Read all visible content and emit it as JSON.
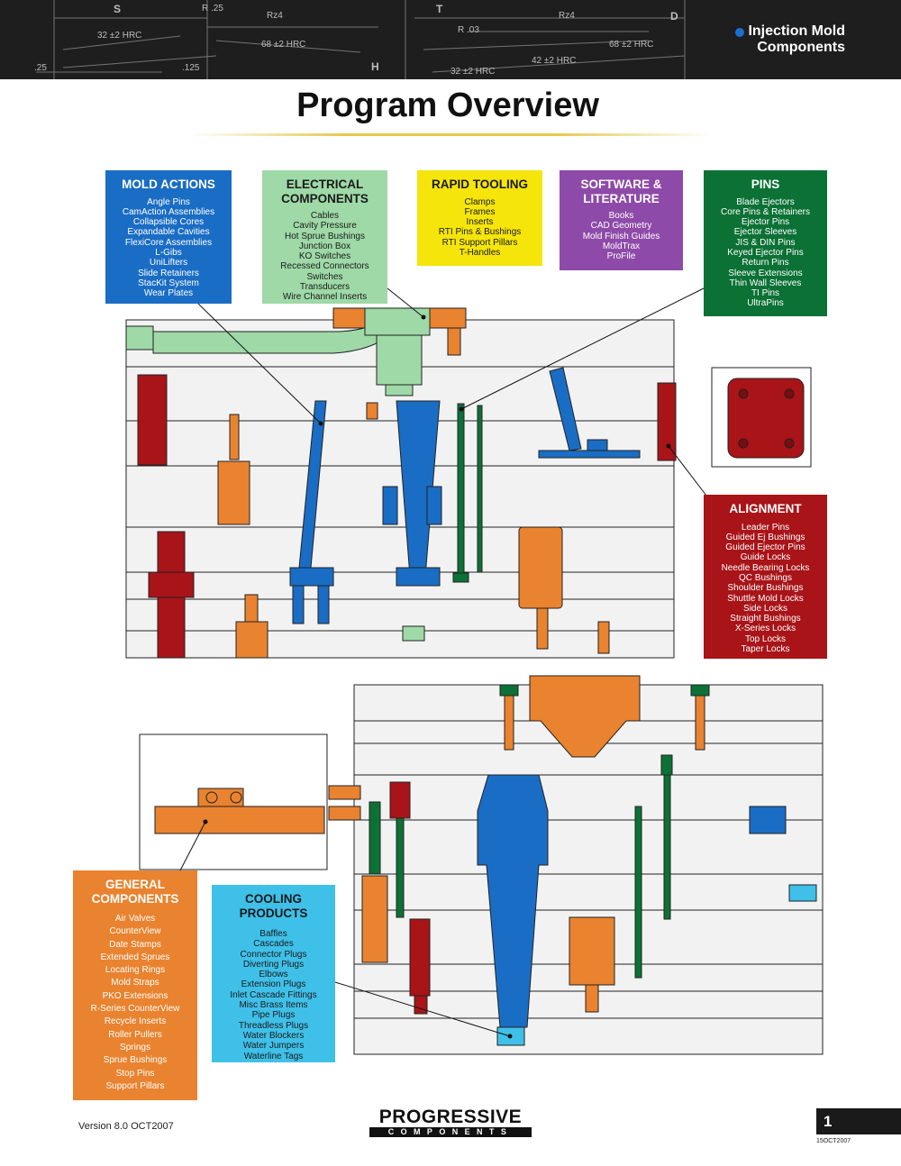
{
  "header": {
    "section_line1": "Injection Mold",
    "section_line2": "Components",
    "drawing_labels": [
      "S",
      "R .25",
      "Rz4",
      "32 ±2 HRC",
      "68 ±2 HRC",
      ".125",
      ".25",
      "T",
      "R .03",
      "Rz4",
      "D",
      "42 ±2 HRC",
      "68 ±2 HRC",
      "H",
      "32 ±2 HRC"
    ]
  },
  "page_title": "Program Overview",
  "boxes": {
    "mold_actions": {
      "title": "MOLD ACTIONS",
      "items": [
        "Angle Pins",
        "CamAction Assemblies",
        "Collapsible Cores",
        "Expandable Cavities",
        "FlexiCore Assemblies",
        "L-Gibs",
        "UniLifters",
        "Slide Retainers",
        "StacKit System",
        "Wear Plates"
      ],
      "color": "#1a6dc4"
    },
    "electrical": {
      "title_line1": "ELECTRICAL",
      "title_line2": "COMPONENTS",
      "items": [
        "Cables",
        "Cavity Pressure",
        "Hot Sprue Bushings",
        "Junction Box",
        "KO Switches",
        "Recessed Connectors",
        "Switches",
        "Transducers",
        "Wire Channel Inserts"
      ],
      "color": "#9ed9a7"
    },
    "rapid": {
      "title": "RAPID TOOLING",
      "items": [
        "Clamps",
        "Frames",
        "Inserts",
        "RTI Pins & Bushings",
        "RTI Support Pillars",
        "T-Handles"
      ],
      "color": "#f5e50a"
    },
    "software": {
      "title_line1": "SOFTWARE &",
      "title_line2": "LITERATURE",
      "items": [
        "Books",
        "CAD Geometry",
        "Mold Finish Guides",
        "MoldTrax",
        "ProFile"
      ],
      "color": "#8e4aa8"
    },
    "pins": {
      "title": "PINS",
      "items": [
        "Blade Ejectors",
        "Core Pins & Retainers",
        "Ejector Pins",
        "Ejector Sleeves",
        "JIS & DIN Pins",
        "Keyed Ejector Pins",
        "Return Pins",
        "Sleeve Extensions",
        "Thin Wall Sleeves",
        "TI Pins",
        "UltraPins"
      ],
      "color": "#0c7135"
    },
    "alignment": {
      "title": "ALIGNMENT",
      "items": [
        "Leader Pins",
        "Guided Ej Bushings",
        "Guided Ejector Pins",
        "Guide Locks",
        "Needle Bearing Locks",
        "QC Bushings",
        "Shoulder Bushings",
        "Shuttle Mold Locks",
        "Side Locks",
        "Straight Bushings",
        "X-Series Locks",
        "Top Locks",
        "Taper Locks"
      ],
      "color": "#a81418"
    },
    "general": {
      "title_line1": "GENERAL",
      "title_line2": "COMPONENTS",
      "items": [
        "Air Valves",
        "CounterView",
        "Date Stamps",
        "Extended Sprues",
        "Locating Rings",
        "Mold Straps",
        "PKO Extensions",
        "R-Series CounterView",
        "Recycle Inserts",
        "Roller Pullers",
        "Springs",
        "Sprue Bushings",
        "Stop Pins",
        "Support Pillars"
      ],
      "color": "#e9832f"
    },
    "cooling": {
      "title_line1": "COOLING",
      "title_line2": "PRODUCTS",
      "items": [
        "Baffles",
        "Cascades",
        "Connector Plugs",
        "Diverting Plugs",
        "Elbows",
        "Extension Plugs",
        "Inlet Cascade Fittings",
        "Misc Brass Items",
        "Pipe Plugs",
        "Threadless Plugs",
        "Water Blockers",
        "Water Jumpers",
        "Waterline Tags"
      ],
      "color": "#3fc0e8"
    }
  },
  "footer": {
    "version": "Version 8.0 OCT2007",
    "logo_line1": "PROGRESSIVE",
    "logo_line2": "COMPONENTS",
    "page_number": "1",
    "date_code": "15OCT2007"
  }
}
